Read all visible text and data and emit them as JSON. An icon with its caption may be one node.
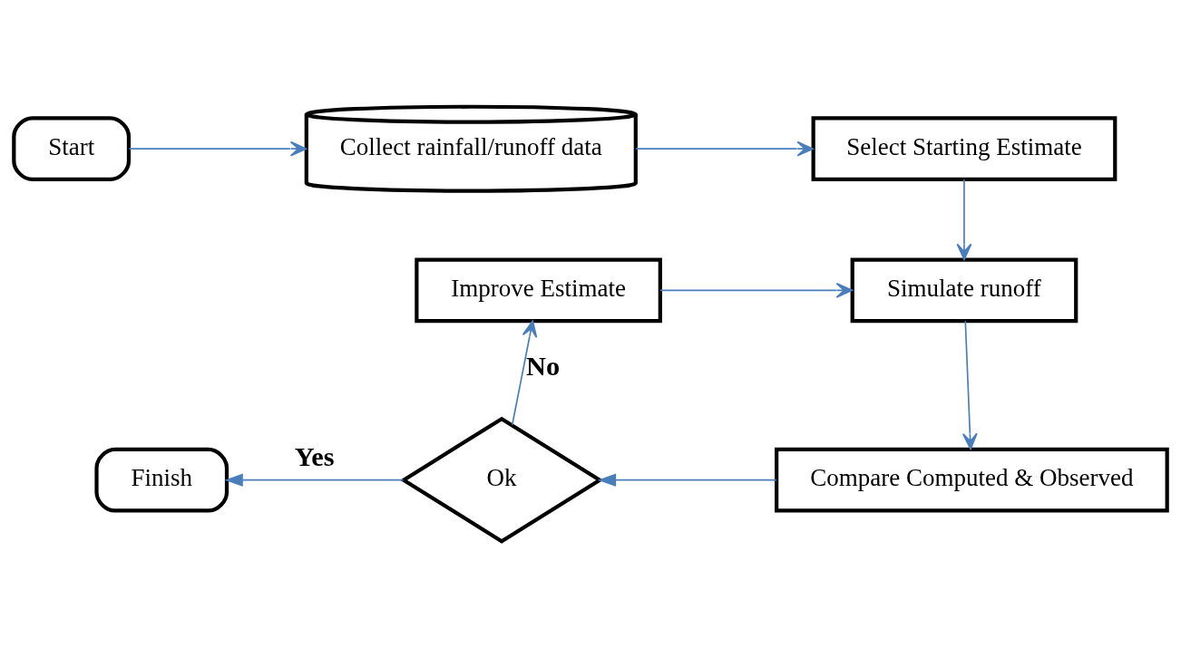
{
  "diagram": {
    "nodes": [
      {
        "text": [
          "Start"
        ]
      },
      {
        "text": [
          "Collect rainfall/runoff data"
        ]
      },
      {
        "text": [
          "Select Starting Estimate"
        ]
      },
      {
        "text": [
          "Simulate runoff"
        ]
      },
      {
        "text": [
          "Compare Computed & Observed"
        ]
      },
      {
        "text": [
          "Ok"
        ]
      },
      {
        "text": [
          "Improve Estimate"
        ]
      },
      {
        "text": [
          "Finish"
        ]
      }
    ],
    "edges": [
      {
        "from": 0,
        "to": 1,
        "arrow": "to"
      },
      {
        "from": 1,
        "to": 2,
        "arrow": "to"
      },
      {
        "from": 2,
        "to": 3,
        "arrow": "to"
      },
      {
        "from": 3,
        "to": 4,
        "arrow": "to"
      },
      {
        "from": 4,
        "to": 5,
        "arrow": "to"
      },
      {
        "from": 5,
        "to": 6,
        "arrow": "to",
        "label": "No"
      },
      {
        "from": 6,
        "to": 3,
        "arrow": "to"
      },
      {
        "from": 5,
        "to": 7,
        "arrow": "to",
        "label": "Yes"
      }
    ]
  }
}
